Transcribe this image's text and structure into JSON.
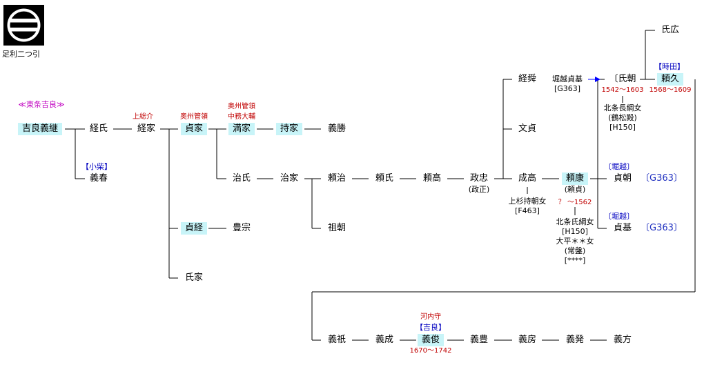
{
  "crest": {
    "label": "足利二つ引"
  },
  "titles": {
    "higashijo": "≪東条吉良≫",
    "koshiba": "【小柴】",
    "tokita": "【時田】",
    "horikoshi1": "〔堀越〕",
    "horikoshi2": "〔堀越〕",
    "kira": "【吉良】",
    "kazusa": "上総介",
    "oshu1": "奥州管領",
    "oshu2a": "奥州管領",
    "oshu2b": "中務大輔",
    "kawachi": "河内守"
  },
  "people": {
    "yoshitsugu": "吉良義継",
    "tsuneuji": "経氏",
    "yoshiharu": "義春",
    "tsuneie": "経家",
    "sadaie": "貞家",
    "sadatsune": "貞経",
    "ujiie": "氏家",
    "mitsuie": "満家",
    "haruuji": "治氏",
    "toyomune": "豊宗",
    "mochiie": "持家",
    "yoshikatsu": "義勝",
    "haruie": "治家",
    "yoriharu": "頼治",
    "sotomo": "祖朝",
    "yoriuji": "頼氏",
    "yoritaka": "頼高",
    "masatada": "政忠",
    "masatada_note": "(政正)",
    "tsunekiyo": "経舜",
    "fumisada": "文貞",
    "naritaka": "成高",
    "yoriyasu": "頼康",
    "yoriyasu_note": "(頼貞)",
    "sadatomo": "貞朝",
    "sadamoto": "貞基",
    "ujitomo": "〔氏朝",
    "yorihisa": "頼久",
    "ujihiro": "氏広",
    "yoshimasa": "義祇",
    "yoshinari": "義成",
    "yoshitoshi": "義俊",
    "yoshitoyo": "義豊",
    "yoshifusa": "義房",
    "yoshiaki": "義発",
    "yoshikata": "義方"
  },
  "spouses": {
    "uesugi": [
      "上杉持朝女",
      "[F463]"
    ],
    "hojo": [
      "北条氏綱女",
      "[H150]",
      "大平＊＊女",
      "(常盤)",
      "[****]"
    ],
    "hojonaga": [
      "北条長綱女",
      "(鶴松殿)",
      "[H150]"
    ],
    "horikoshi_sadamoto": [
      "堀越貞基",
      "[G363]"
    ]
  },
  "dates": {
    "ujitomo": "1542～1603",
    "yorihisa": "1568～1609",
    "yoriyasu": "？ ～1562",
    "yoshitoshi": "1670～1742"
  },
  "refs": {
    "sadatomo": "〔G363〕",
    "sadamoto": "〔G363〕"
  },
  "colors": {
    "highlight": "#c8f4f8",
    "title_red": "#c00000",
    "title_blue": "#0000c0",
    "title_magenta": "#c000c0",
    "ref_blue": "#2030c0",
    "arrow": "#0000ff"
  },
  "icons": {
    "crest": "ashikaga-futatsubiki-crest",
    "arrow": "right-arrow-icon"
  }
}
